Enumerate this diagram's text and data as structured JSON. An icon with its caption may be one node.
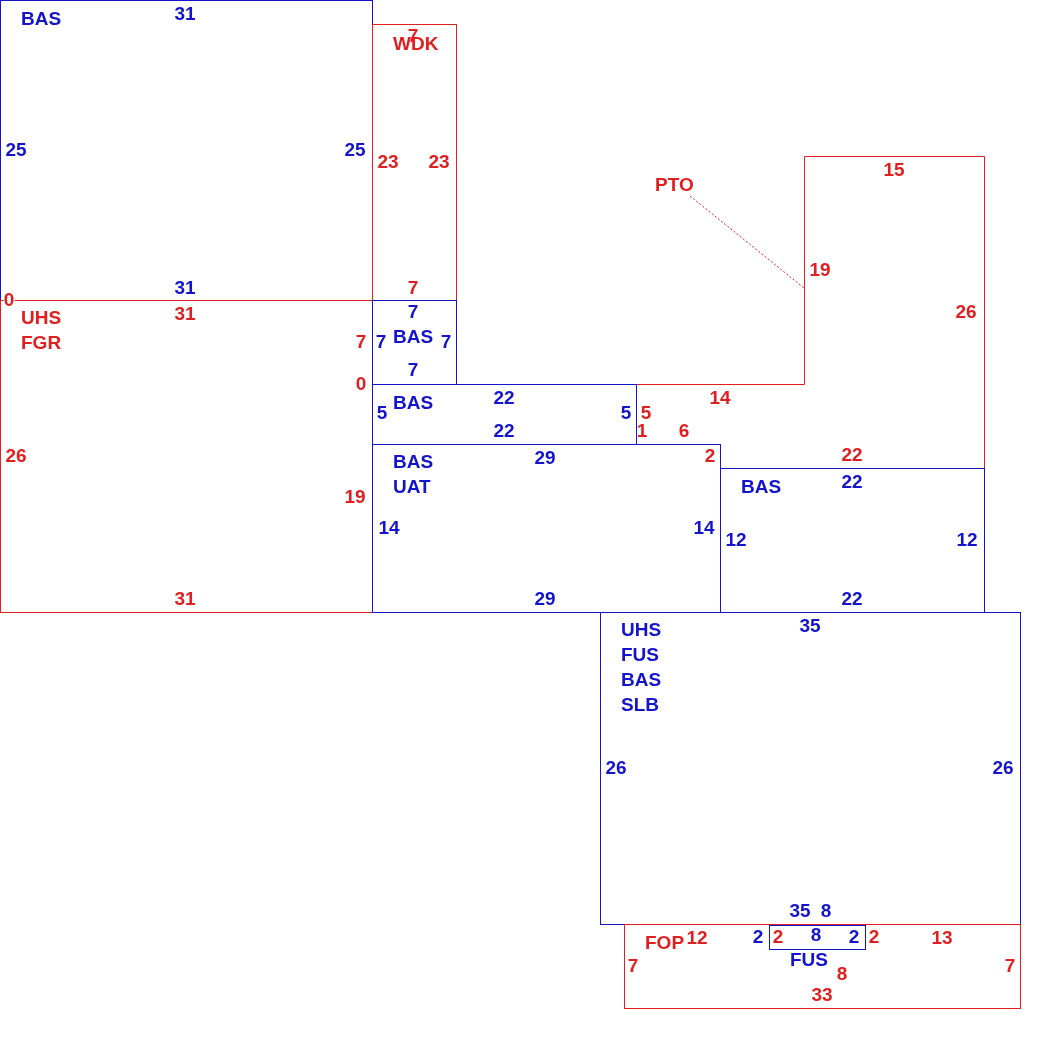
{
  "diagram": {
    "nodes": [
      {
        "text": [
          "BAS"
        ]
      },
      {
        "text": [
          "WDK"
        ]
      },
      {
        "text": [
          "PTO"
        ]
      },
      {
        "text": [],
        "shape": "polygon"
      },
      {
        "text": [
          "UHS",
          "FGR"
        ]
      },
      {
        "text": [
          "BAS"
        ]
      },
      {
        "text": [
          "BAS"
        ]
      },
      {
        "text": [
          "BAS",
          "UAT"
        ]
      },
      {
        "text": [
          "BAS"
        ]
      },
      {
        "text": [
          "UHS",
          "FUS",
          "BAS",
          "SLB"
        ]
      },
      {
        "text": [
          "FOP"
        ]
      },
      {
        "text": [
          "FUS"
        ],
        "in": 10
      }
    ],
    "edges": [
      {
        "from": 2,
        "to": 3,
        "arrow": "none",
        "style": "dashed",
        "color": "#e02020"
      }
    ],
    "labels": [
      "31",
      "7",
      "25",
      "25",
      "23",
      "23",
      "15",
      "19",
      "31",
      "7",
      "0",
      "31",
      "7",
      "26",
      "7",
      "7",
      "7",
      "7",
      "0",
      "22",
      "14",
      "5",
      "5",
      "5",
      "22",
      "1",
      "6",
      "26",
      "29",
      "2",
      "22",
      "22",
      "19",
      "14",
      "14",
      "12",
      "12",
      "31",
      "29",
      "22",
      "35",
      "26",
      "26",
      "35",
      "8",
      "12",
      "2",
      "2",
      "8",
      "2",
      "2",
      "13",
      "7",
      "8",
      "7",
      "33"
    ]
  }
}
